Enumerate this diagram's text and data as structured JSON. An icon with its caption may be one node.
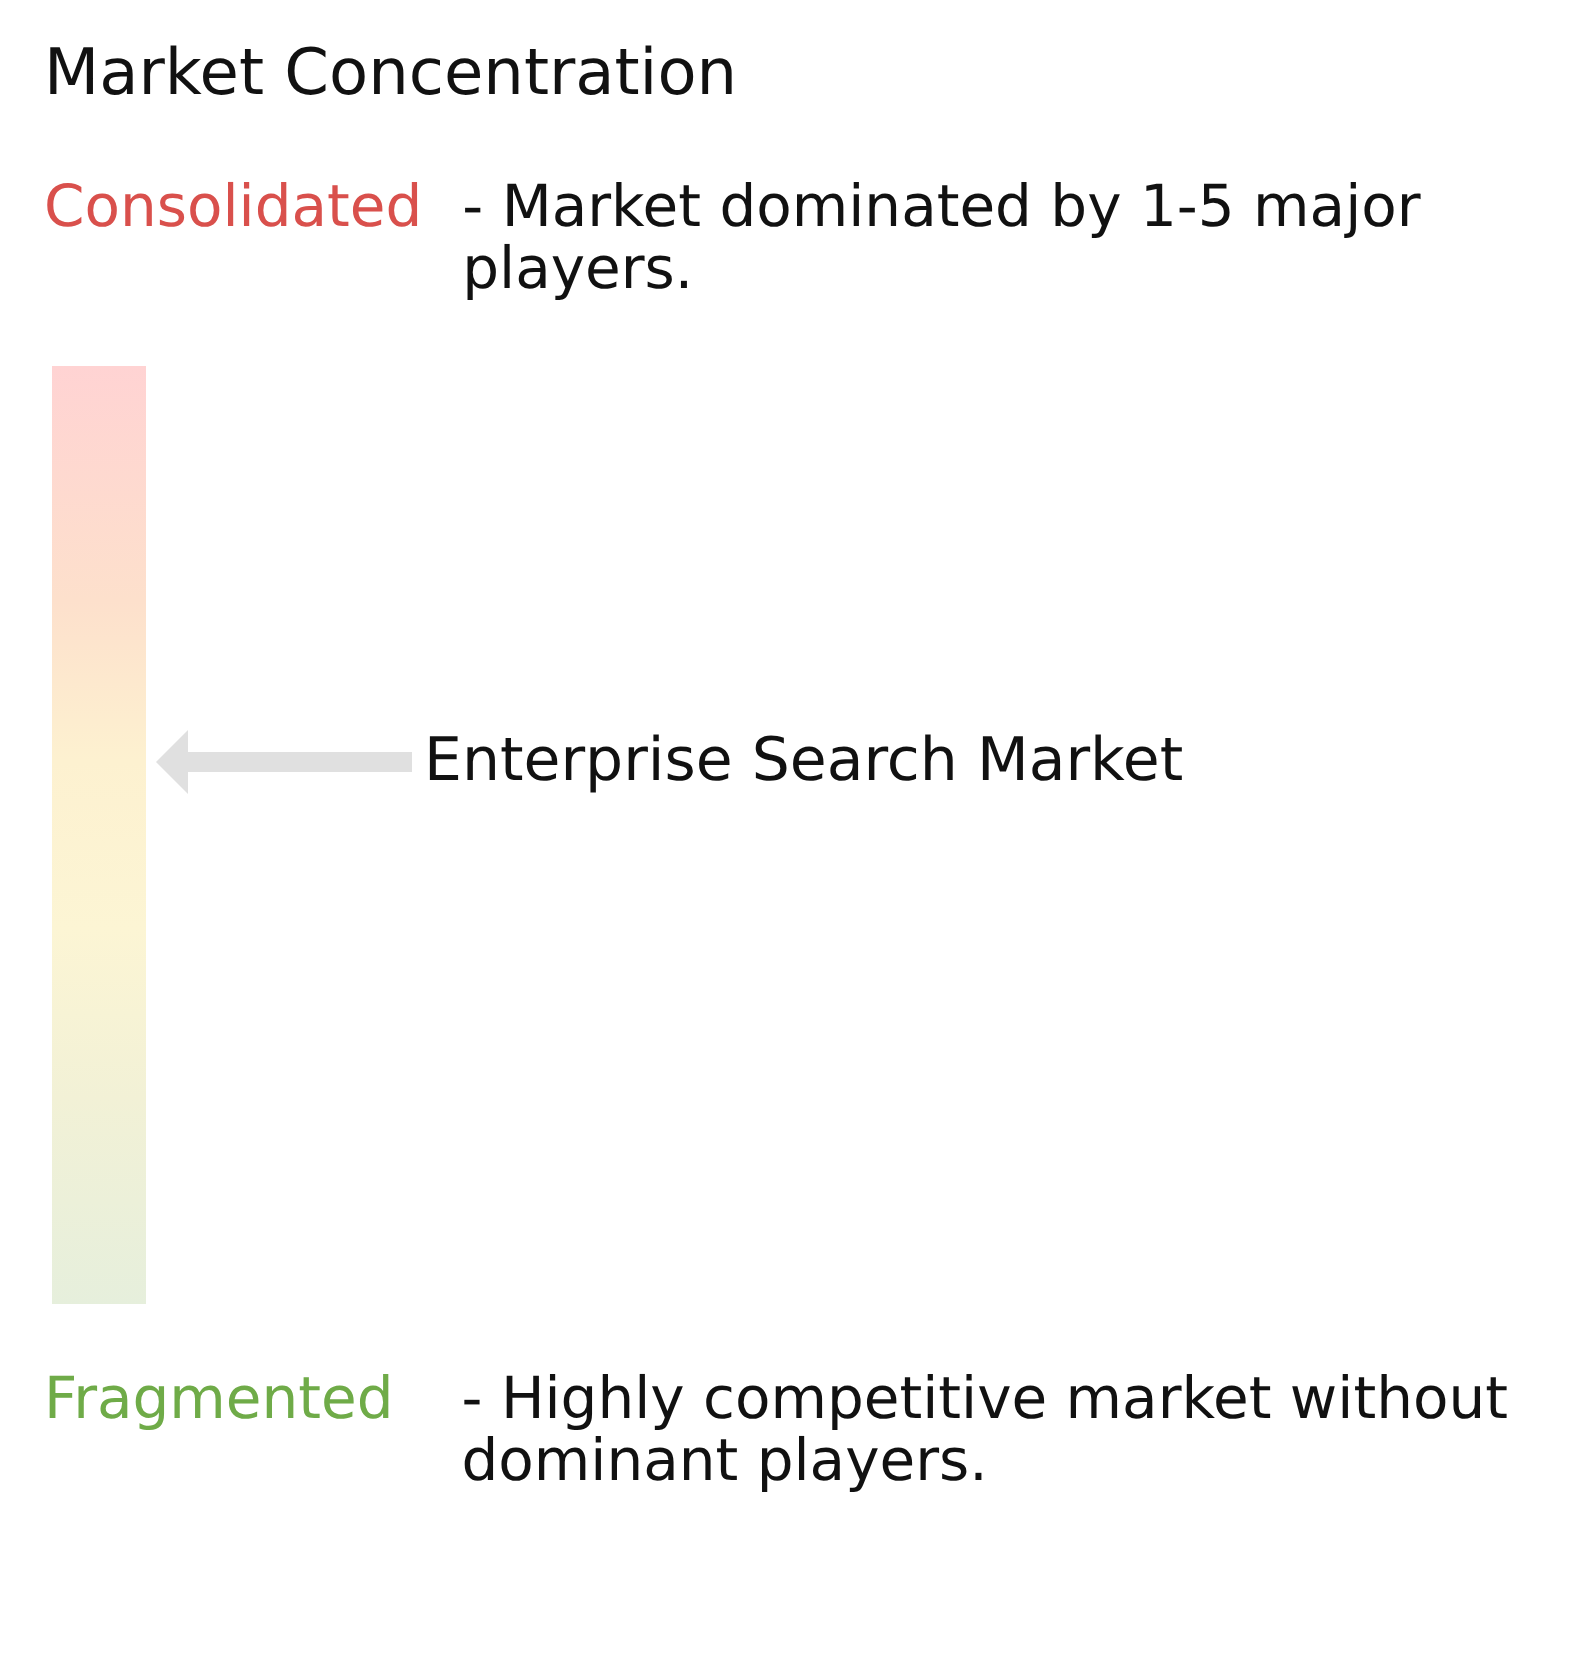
{
  "diagram": {
    "title": "Market Concentration",
    "nodes": [
      {
        "text": [],
        "shape": "bar"
      },
      {
        "text": [
          "Enterprise Search Market"
        ]
      }
    ],
    "edges": [
      {
        "from": 1,
        "to": 0,
        "arrow": "to"
      }
    ],
    "labels": [
      "Consolidated",
      "- Market dominated by 1-5 major players.",
      "Fragmented",
      "- Highly competitive market without dominant players."
    ]
  }
}
